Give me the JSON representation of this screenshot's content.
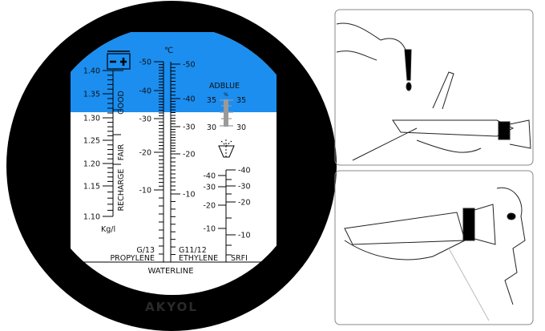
{
  "colors": {
    "sky": "#1b8ef0",
    "bezel": "#000000",
    "scale_bg": "#ffffff",
    "adblue_bar": "#9a9a9a"
  },
  "watermark": "AKYOL",
  "icons": [
    "battery-icon",
    "droplet-icon"
  ],
  "battery_scale": {
    "unit": "Kg/l",
    "ticks": [
      "1.40",
      "1.35",
      "1.30",
      "1.25",
      "1.20",
      "1.15",
      "1.10"
    ],
    "zones": [
      "GOOD",
      "FAIR",
      "RECHARGE"
    ]
  },
  "temperature_unit": "℃",
  "propylene_scale": {
    "ticks": [
      "-50",
      "-40",
      "-30",
      "-20",
      "-10"
    ],
    "code": "G/13",
    "label": "PROPYLENE"
  },
  "ethylene_scale": {
    "ticks": [
      "-50",
      "-40",
      "-30",
      "-20",
      "-10"
    ],
    "code": "G11/12",
    "label": "ETHYLENE"
  },
  "adblue_scale": {
    "title": "ADBLUE",
    "unit": "%",
    "top": "35",
    "bottom": "30"
  },
  "srfi_scale": {
    "left_ticks": [
      "-40",
      "-30",
      "-20",
      "-10"
    ],
    "right_ticks": [
      "-40",
      "-30",
      "-20",
      "-10"
    ],
    "label": "SRFI"
  },
  "waterline": "WATERLINE",
  "panels": [
    "apply-sample-illustration",
    "view-scale-illustration"
  ]
}
